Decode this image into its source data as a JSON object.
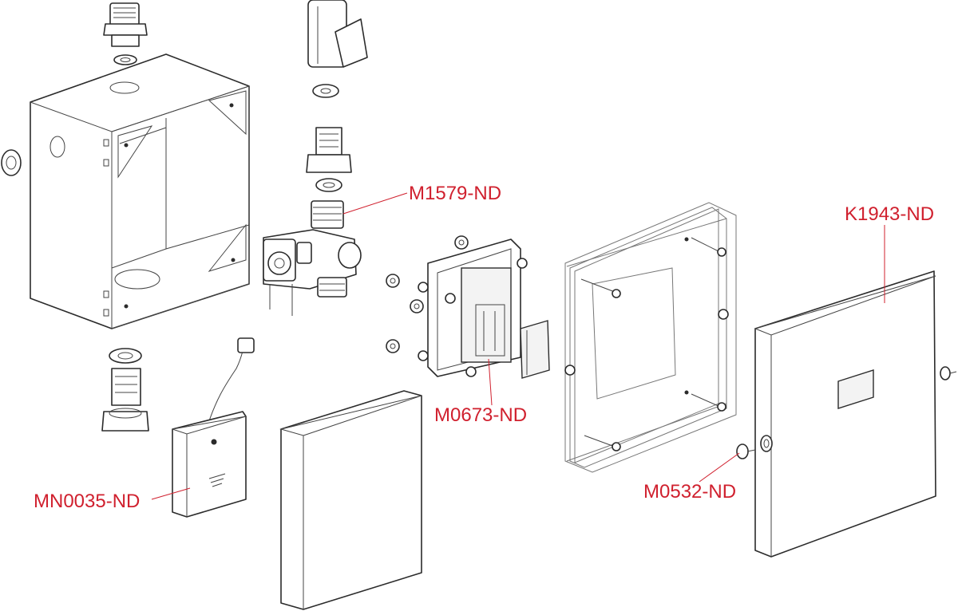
{
  "labels": {
    "valve": "M1579-ND",
    "cover_plate": "K1943-ND",
    "control_unit": "M0673-ND",
    "battery_pack": "MN0035-ND",
    "screw": "M0532-ND"
  },
  "colors": {
    "callout": "#d0202e",
    "outline": "#2b2b2b"
  }
}
